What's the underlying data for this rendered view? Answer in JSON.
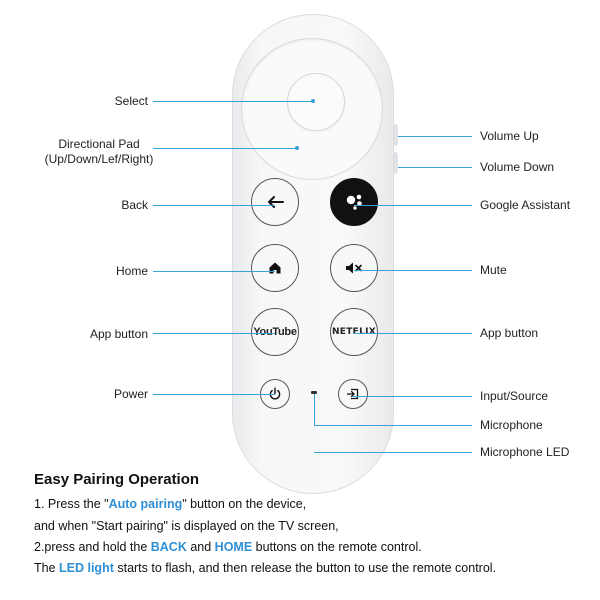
{
  "labels": {
    "select": "Select",
    "dpad_line1": "Directional Pad",
    "dpad_line2": "(Up/Down/Lef/Right)",
    "back": "Back",
    "home": "Home",
    "app_left": "App button",
    "power": "Power",
    "volume_up": "Volume Up",
    "volume_down": "Volume Down",
    "google_assistant": "Google Assistant",
    "mute": "Mute",
    "app_right": "App button",
    "input_source": "Input/Source",
    "microphone": "Microphone",
    "microphone_led": "Microphone LED"
  },
  "buttons": {
    "youtube": "YouTube",
    "netflix": "NETFLIX"
  },
  "icons": {
    "back": "arrow-left-icon",
    "home": "home-icon",
    "assistant": "google-assistant-icon",
    "mute": "mute-icon",
    "power": "power-icon",
    "input": "input-source-icon"
  },
  "colors": {
    "accent": "#2f8fd6",
    "callout_line": "#3aa0d8"
  },
  "pairing": {
    "title": "Easy Pairing Operation",
    "line1_pre": "1. Press the \"",
    "line1_hl": "Auto pairing",
    "line1_post": "\" button on the device,",
    "line2": "and when \"Start pairing\" is displayed on the TV screen,",
    "line3_pre": "2.press and hold the ",
    "line3_hl1": "BACK",
    "line3_mid": " and ",
    "line3_hl2": "HOME",
    "line3_post": " buttons on the remote control.",
    "line4_pre": "The ",
    "line4_hl": "LED light",
    "line4_post": " starts to flash, and then release the button to use the remote control."
  }
}
